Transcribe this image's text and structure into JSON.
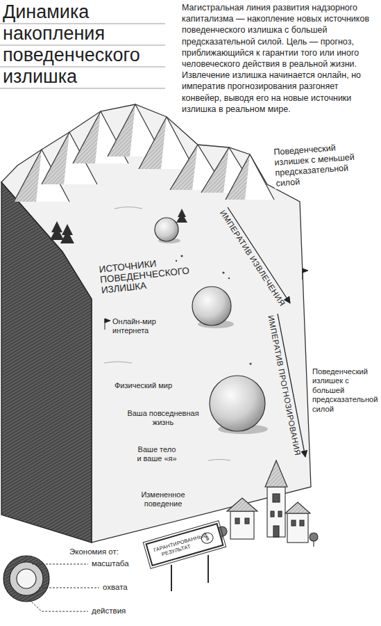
{
  "diagram": {
    "title": "Динамика накопления поведенческого излишка",
    "caption": "Магистральная линия развития надзорного капитализма — накопление новых источников поведенческого излишка с большей предсказательной силой. Цель — прогноз, приближающийся к гарантии того или иного человеческого действия в реальной жизни. Извлечение излишка начинается онлайн, но императив прогнозирования разгоняет конвейер, выводя его на новые источники излишка в реальном мире.",
    "nodes": [
      {
        "text": [
          "ГАРАНТИРОВАННЫЙ РЕЗУЛЬТАТ",
          "$"
        ]
      }
    ],
    "labels": [
      "Поведенческий излишек с меньшей предсказательной силой",
      "ИМПЕРАТИВ ИЗВЛЕЧЕНИЯ",
      "ИСТОЧНИКИ ПОВЕДЕНЧЕСКОГО ИЗЛИШКА",
      "Онлайн-мир интернета",
      "ИМПЕРАТИВ ПРОГНОЗИРОВАНИЯ",
      "Поведенческий излишек с большей предсказательной силой",
      "Физический мир",
      "Ваша повседневная жизнь",
      "Ваше тело и ваше «я»",
      "Измененное поведение",
      "Экономия от:",
      "масштаба",
      "охвата",
      "действия"
    ]
  }
}
